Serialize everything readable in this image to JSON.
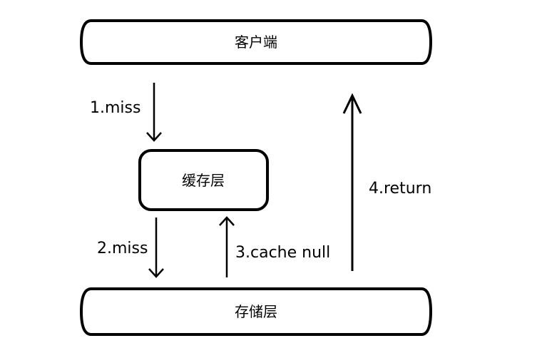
{
  "nodes": {
    "client": "客户端",
    "cache": "缓存层",
    "storage": "存储层"
  },
  "edges": {
    "step1": "1.miss",
    "step2": "2.miss",
    "step3": "3.cache null",
    "step4": "4.return"
  },
  "colors": {
    "stroke": "#000000",
    "background": "#ffffff"
  }
}
